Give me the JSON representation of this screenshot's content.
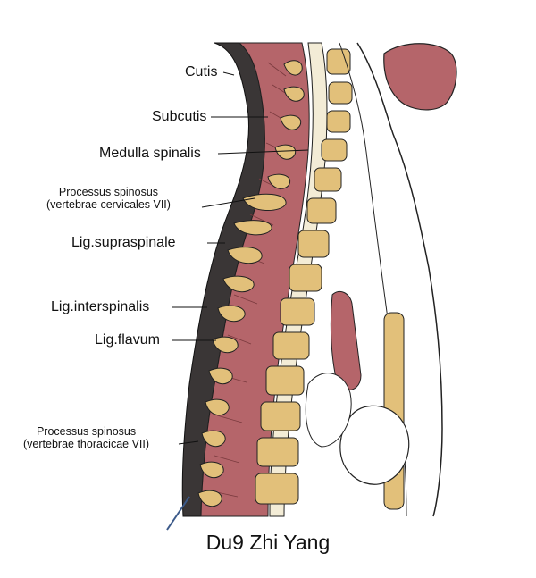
{
  "caption": "Du9 Zhi Yang",
  "labels": {
    "cutis": "Cutis",
    "subcutis": "Subcutis",
    "medulla": "Medulla spinalis",
    "proc_cerv_line1": "Processus spinosus",
    "proc_cerv_line2": "(vertebrae cervicales VII)",
    "lig_supra": "Lig.supraspinale",
    "lig_inter": "Lig.interspinalis",
    "lig_flavum": "Lig.flavum",
    "proc_thor_line1": "Processus spinosus",
    "proc_thor_line2": "(vertebrae thoracicae VII)"
  },
  "colors": {
    "skin": "#3a3636",
    "muscle": "#b5656a",
    "bone": "#e2c07a",
    "cord": "#f3ecd6",
    "needle": "#3c5a8a"
  }
}
